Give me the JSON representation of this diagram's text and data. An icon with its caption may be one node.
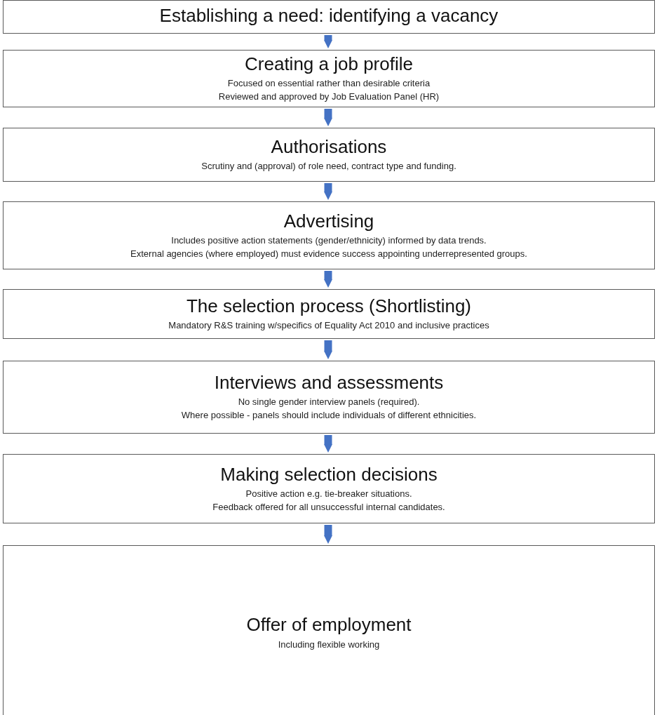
{
  "diagram": {
    "nodes": [
      {
        "text": [
          "Establishing a need: identifying a vacancy"
        ]
      },
      {
        "text": [
          "Creating a job profile",
          "Focused on essential rather than desirable criteria",
          "Reviewed and approved by Job Evaluation Panel (HR)"
        ]
      },
      {
        "text": [
          "Authorisations",
          "Scrutiny and (approval) of role need, contract type and funding."
        ]
      },
      {
        "text": [
          "Advertising",
          "Includes positive action statements (gender/ethnicity) informed by data trends.",
          "External agencies (where employed) must evidence success appointing underrepresented groups."
        ]
      },
      {
        "text": [
          "The selection process (Shortlisting)",
          "Mandatory R&S training w/specifics of Equality Act 2010 and inclusive practices"
        ]
      },
      {
        "text": [
          "Interviews and assessments",
          "No single gender interview panels (required).",
          "Where possible - panels should include individuals of different ethnicities."
        ]
      },
      {
        "text": [
          "Making selection decisions",
          "Positive action e.g. tie-breaker situations.",
          "Feedback offered for all unsuccessful internal candidates."
        ]
      },
      {
        "text": [
          "Offer of employment",
          "Including flexible working"
        ]
      }
    ],
    "edges": [
      {
        "from": 0,
        "to": 1,
        "arrow": "to"
      },
      {
        "from": 1,
        "to": 2,
        "arrow": "to"
      },
      {
        "from": 2,
        "to": 3,
        "arrow": "to"
      },
      {
        "from": 3,
        "to": 4,
        "arrow": "to"
      },
      {
        "from": 4,
        "to": 5,
        "arrow": "to"
      },
      {
        "from": 5,
        "to": 6,
        "arrow": "to"
      },
      {
        "from": 6,
        "to": 7,
        "arrow": "to"
      }
    ]
  }
}
